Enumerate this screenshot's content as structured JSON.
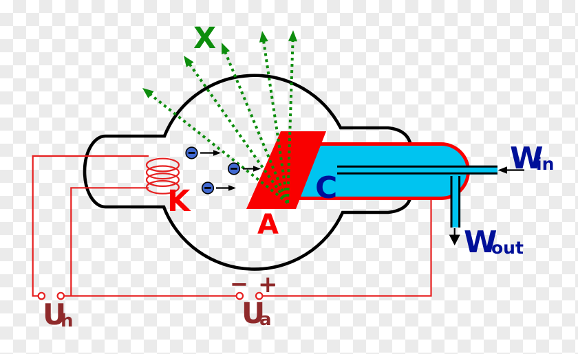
{
  "labels": {
    "xrays": "X",
    "cathode": "K",
    "anode": "A",
    "cooling": "C",
    "water_in": {
      "main": "W",
      "sub": "in"
    },
    "water_out": {
      "main": "W",
      "sub": "out"
    },
    "heater_supply": {
      "main": "U",
      "sub": "h"
    },
    "anode_supply": {
      "main": "U",
      "sub": "a",
      "minus": "−",
      "plus": "+"
    }
  },
  "colors": {
    "checker_gray": "#ebebeb",
    "checker_white": "#ffffff",
    "envelope_black": "#000000",
    "wire_red": "#e62020",
    "bright_red": "#f90000",
    "coolant_cyan": "#00c4f0",
    "xray_green": "#0d8d0d",
    "label_navy": "#001099",
    "label_maroon": "#8f2a2b",
    "electron_blue": "#4169d1"
  }
}
